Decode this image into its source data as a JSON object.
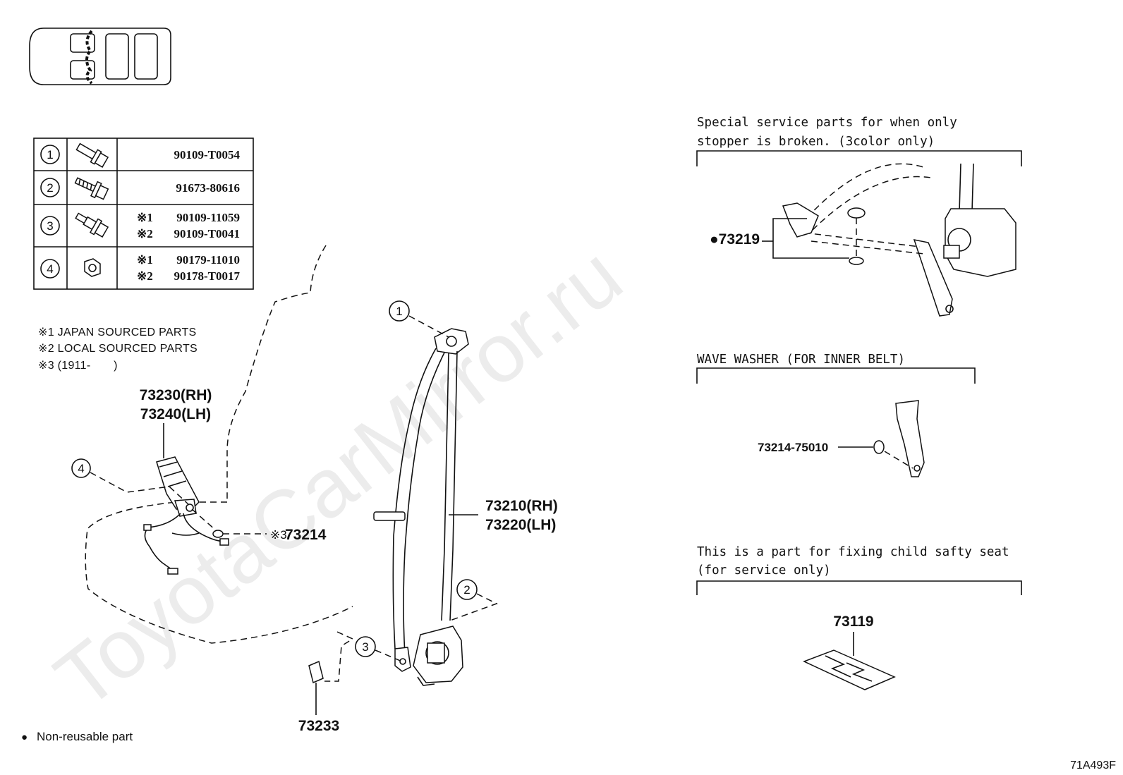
{
  "watermark": "ToyotaCarMirror.ru",
  "table": {
    "rows": [
      {
        "num": "1",
        "icon": "flange-bolt-icon",
        "parts": [
          {
            "mark": "",
            "pn": "90109-T0054"
          }
        ]
      },
      {
        "num": "2",
        "icon": "tapping-bolt-icon",
        "parts": [
          {
            "mark": "",
            "pn": "91673-80616"
          }
        ]
      },
      {
        "num": "3",
        "icon": "shoulder-bolt-icon",
        "parts": [
          {
            "mark": "※1",
            "pn": "90109-11059"
          },
          {
            "mark": "※2",
            "pn": "90109-T0041"
          }
        ]
      },
      {
        "num": "4",
        "icon": "flange-nut-icon",
        "parts": [
          {
            "mark": "※1",
            "pn": "90179-11010"
          },
          {
            "mark": "※2",
            "pn": "90178-T0017"
          }
        ]
      }
    ]
  },
  "notes": {
    "n1": "※1 JAPAN SOURCED PARTS",
    "n2": "※2 LOCAL SOURCED PARTS",
    "n3": "※3 (1911-　　)"
  },
  "labels": {
    "buckle_rh": "73230(RH)",
    "buckle_lh": "73240(LH)",
    "belt_rh": "73210(RH)",
    "belt_lh": "73220(LH)",
    "washer_mark": "※3",
    "washer": "73214",
    "cover": "73233",
    "callout_1": "1",
    "callout_2": "2",
    "callout_3": "3",
    "callout_4": "4"
  },
  "stopper_section": {
    "title_line1": "Special service parts for when only",
    "title_line2": "stopper is broken. (3color only)",
    "part": "●73219"
  },
  "wave_washer_section": {
    "title": "WAVE WASHER (FOR INNER BELT)",
    "part": "73214-75010"
  },
  "child_seat_section": {
    "title_line1": "This is a part for fixing child safty seat",
    "title_line2": "(for service only)",
    "part": "73119"
  },
  "legend": {
    "bullet": "●",
    "text": "Non-reusable part"
  },
  "figure_code": "71A493F"
}
